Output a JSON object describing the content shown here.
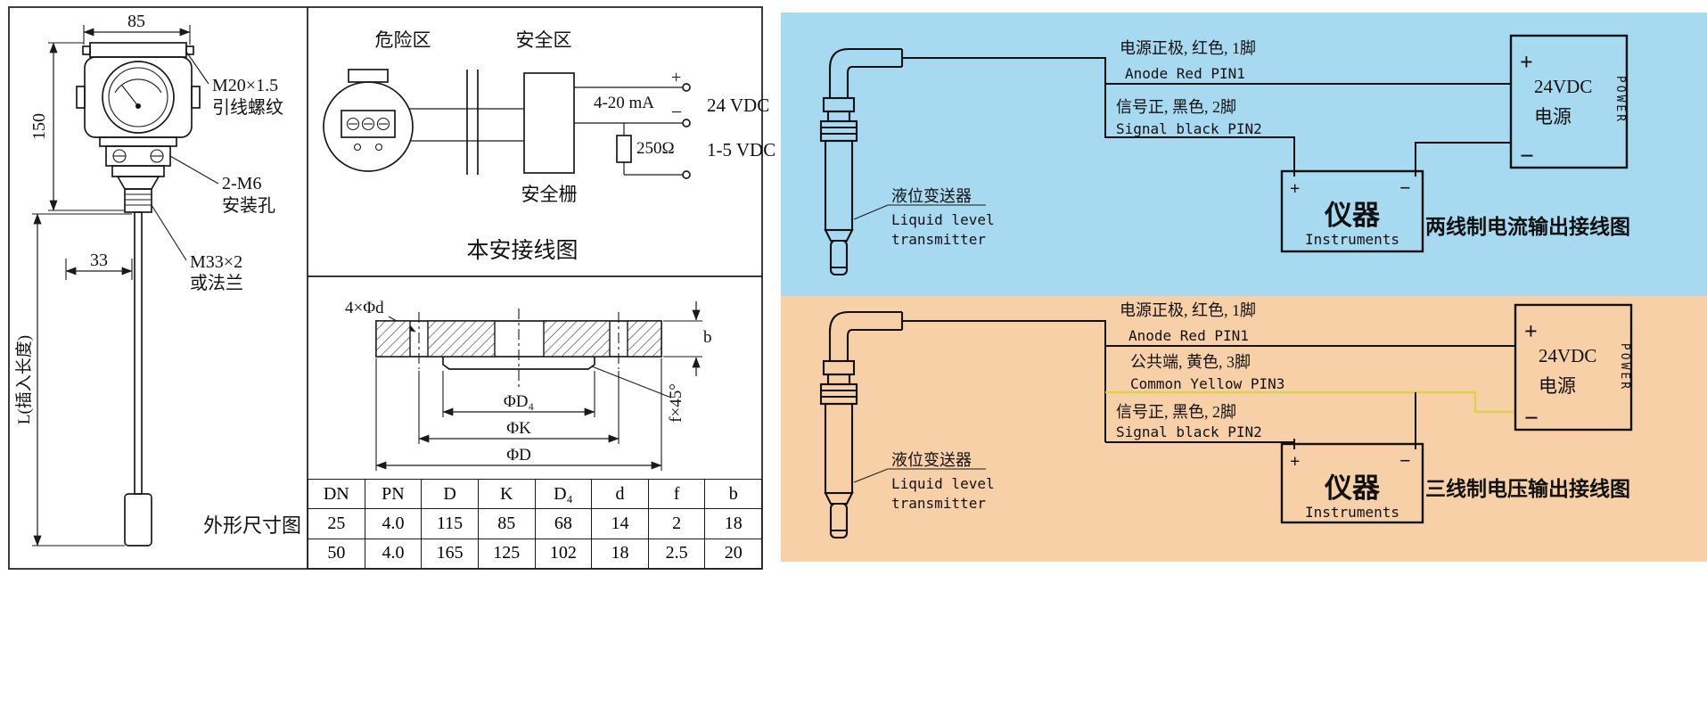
{
  "colors": {
    "panel-blue": "#a7d9f1",
    "panel-orange": "#f8d0a8",
    "wire-yellow": "#ddd24e"
  },
  "outline": {
    "dim_width": "85",
    "dim_height": "150",
    "dim_33": "33",
    "thread_label": "M20×1.5",
    "thread_label2": "引线螺纹",
    "mount_label": "2-M6",
    "mount_label2": "安装孔",
    "flange_label": "M33×2",
    "flange_label2": "或法兰",
    "insert_length": "L(插入长度)",
    "caption": "外形尺寸图"
  },
  "safety": {
    "danger_zone": "危险区",
    "safe_zone": "安全区",
    "plus": "+",
    "minus": "−",
    "current_range": "4-20 mA",
    "supply": "24 VDC",
    "resistor": "250Ω",
    "voltage_range": "1-5 VDC",
    "barrier": "安全栅",
    "caption": "本安接线图"
  },
  "flange": {
    "holes": "4×Φd",
    "dim_d4": "ΦD₄",
    "dim_k": "ΦK",
    "dim_d": "ΦD",
    "chamfer": "f×45°",
    "thickness": "b",
    "table": {
      "headers": [
        "DN",
        "PN",
        "D",
        "K",
        "D₄",
        "d",
        "f",
        "b"
      ],
      "rows": [
        [
          "25",
          "4.0",
          "115",
          "85",
          "68",
          "14",
          "2",
          "18"
        ],
        [
          "50",
          "4.0",
          "165",
          "125",
          "102",
          "18",
          "2.5",
          "20"
        ]
      ]
    }
  },
  "two_wire": {
    "power_cn": "电源正极, 红色, 1脚",
    "power_en": "Anode Red PIN1",
    "signal_cn": "信号正, 黑色, 2脚",
    "signal_en": "Signal black PIN2",
    "sensor_cn": "液位变送器",
    "sensor_en1": "Liquid level",
    "sensor_en2": "transmitter",
    "psu_plus": "+",
    "psu_minus": "−",
    "psu_v": "24VDC",
    "psu_cn": "电源",
    "psu_side": "POWER",
    "inst_plus": "+",
    "inst_minus": "−",
    "inst_cn": "仪器",
    "inst_en": "Instruments",
    "caption": "两线制电流输出接线图"
  },
  "three_wire": {
    "power_cn": "电源正极, 红色, 1脚",
    "power_en": "Anode Red  PIN1",
    "common_cn": "公共端, 黄色, 3脚",
    "common_en": "Common Yellow PIN3",
    "signal_cn": "信号正, 黑色, 2脚",
    "signal_en": "Signal black PIN2",
    "sensor_cn": "液位变送器",
    "sensor_en1": "Liquid level",
    "sensor_en2": "transmitter",
    "psu_plus": "+",
    "psu_minus": "−",
    "psu_v": "24VDC",
    "psu_cn": "电源",
    "psu_side": "POWER",
    "inst_plus": "+",
    "inst_minus": "−",
    "inst_cn": "仪器",
    "inst_en": "Instruments",
    "caption": "三线制电压输出接线图"
  }
}
